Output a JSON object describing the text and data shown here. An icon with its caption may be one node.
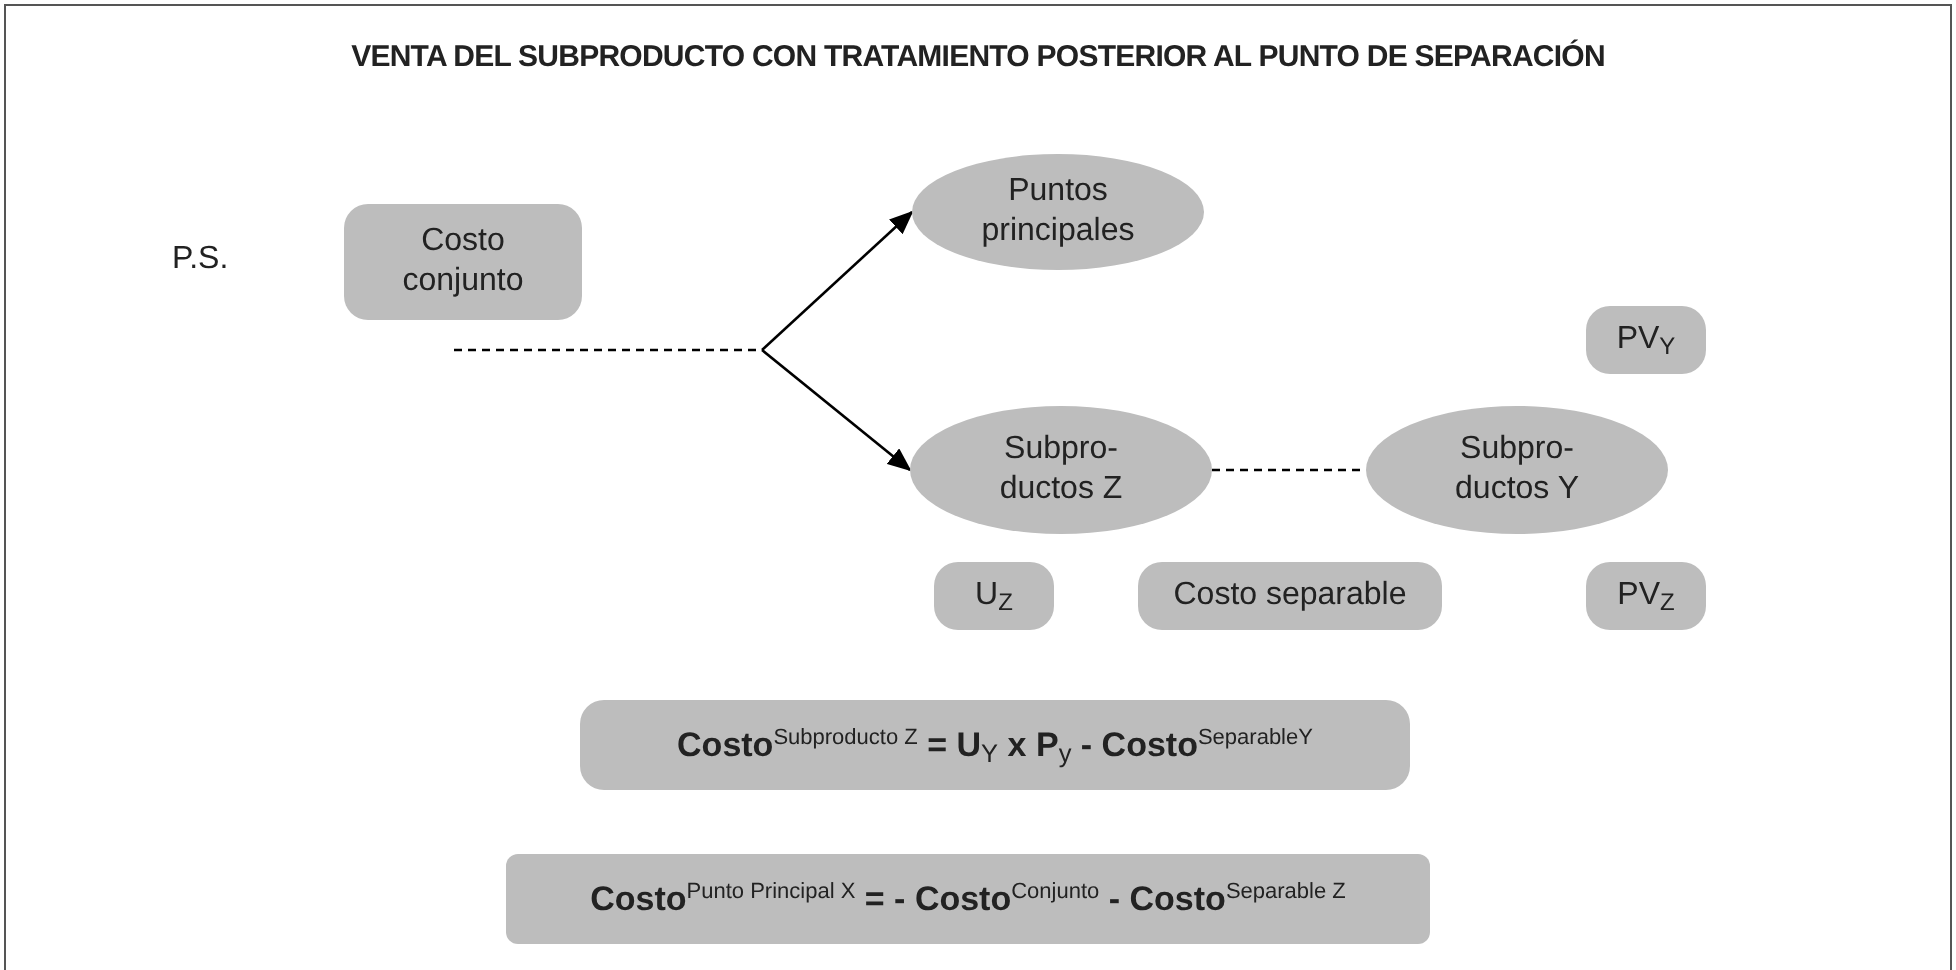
{
  "diagram": {
    "title": "VENTA DEL SUBPRODUCTO CON TRATAMIENTO POSTERIOR AL PUNTO DE SEPARACIÓN",
    "nodes": [
      {
        "text": [
          "Costo conjunto"
        ]
      },
      {
        "text": [
          "Puntos principales"
        ]
      },
      {
        "text": [
          "PV$_{Y}$"
        ]
      },
      {
        "text": [
          "Subpro- ductos Z"
        ]
      },
      {
        "text": [
          "Subpro- ductos Y"
        ]
      },
      {
        "text": [
          "U$_{Z}$"
        ]
      },
      {
        "text": [
          "Costo separable"
        ]
      },
      {
        "text": [
          "PV$_{Z}$"
        ]
      },
      {
        "text": [
          "**Costo**$^{Subproducto Z}$ **= U**$_{Y}$ **x P**$_{y}$ **- Costo**$^{SeparableY}$"
        ]
      },
      {
        "text": [
          "**Costo**$^{Punto Principal X}$ **= - Costo**$^{Conjunto}$ **- Costo**$^{Separable Z}$"
        ]
      }
    ],
    "edges": [
      {
        "from": null,
        "to": 1,
        "arrow": "to"
      },
      {
        "from": null,
        "to": 3,
        "arrow": "to"
      },
      {
        "from": 3,
        "to": 4,
        "arrow": "none",
        "style": "dashed"
      }
    ],
    "labels": [
      "P.S."
    ]
  }
}
